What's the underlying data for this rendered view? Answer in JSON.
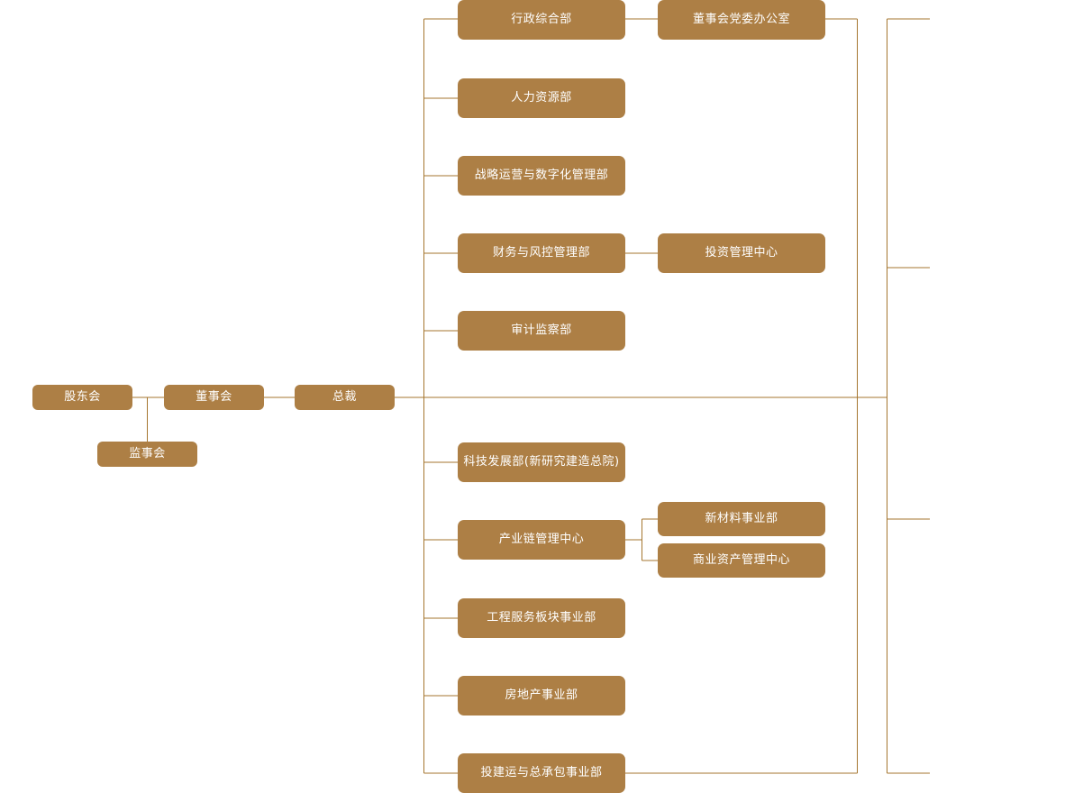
{
  "chart": {
    "type": "org-chart",
    "title": "",
    "theme": {
      "node_fill": "#ad7f45",
      "node_text": "#ffffff",
      "connector": "#a5762f",
      "background": "#ffffff"
    },
    "governance": [
      {
        "id": "shareholders",
        "label": "股东会",
        "level": 0
      },
      {
        "id": "board",
        "label": "董事会",
        "level": 1
      },
      {
        "id": "president",
        "label": "总裁",
        "level": 2
      },
      {
        "id": "supervisors",
        "label": "监事会",
        "level": 1
      }
    ],
    "departments_upper": [
      {
        "id": "admin",
        "label": "行政综合部"
      },
      {
        "id": "hr",
        "label": "人力资源部"
      },
      {
        "id": "strategy",
        "label": "战略运营与数字化管理部"
      },
      {
        "id": "finance",
        "label": "财务与风控管理部"
      },
      {
        "id": "audit",
        "label": "审计监察部"
      }
    ],
    "departments_lower": [
      {
        "id": "tech",
        "label": "科技发展部(新研究建造总院)"
      },
      {
        "id": "chain",
        "label": "产业链管理中心"
      },
      {
        "id": "engineering",
        "label": "工程服务板块事业部"
      },
      {
        "id": "realestate",
        "label": "房地产事业部"
      },
      {
        "id": "investment-bu",
        "label": "投建运与总承包事业部"
      }
    ],
    "sub_units": [
      {
        "id": "party-office",
        "label": "董事会党委办公室",
        "parent": "admin"
      },
      {
        "id": "invest-center",
        "label": "投资管理中心",
        "parent": "finance"
      },
      {
        "id": "new-material",
        "label": "新材料事业部",
        "parent": "chain"
      },
      {
        "id": "commercial-asset",
        "label": "商业资产管理中心",
        "parent": "chain"
      }
    ]
  }
}
